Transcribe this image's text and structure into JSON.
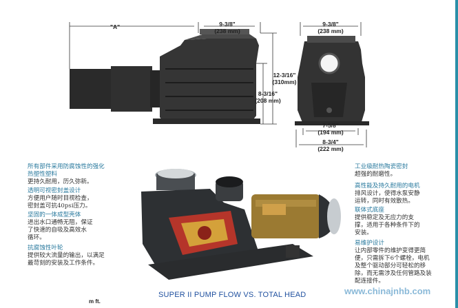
{
  "drawing": {
    "dim_a": "\"A\"",
    "dim_width_in": "9-3/8\"",
    "dim_width_mm": "(238 mm)",
    "dim_height_in": "12-3/16\"",
    "dim_height_mm": "(310mm)",
    "dim_inlet_in": "8-3/16\"",
    "dim_inlet_mm": "(208 mm)",
    "end_width_in": "9-3/8\"",
    "end_width_mm": "(238 mm)",
    "base_inner_in": "7-5/8\"",
    "base_inner_mm": "(194 mm)",
    "base_outer_in": "8-3/4\"",
    "base_outer_mm": "(222 mm)"
  },
  "features_left": [
    {
      "heading": [
        "所有部件采用防腐蚀性的强化",
        "热塑性塑料"
      ],
      "body": [
        "更持久耐用，历久弥新。"
      ]
    },
    {
      "heading": [
        "透明可视密封盖设计"
      ],
      "body": [
        "方便用户随时目视检查，",
        "密封盖可抗40psi压力。"
      ]
    },
    {
      "heading": [
        "坚固的一体成型壳体"
      ],
      "body": [
        "进出水口通畅无阻，保证",
        "了快速的自吸及高效水",
        "循环。"
      ]
    },
    {
      "heading": [
        "抗腐蚀性叶轮"
      ],
      "body": [
        "提供较大流量的输出，以满足",
        "最苛刻的安装及工作条件。"
      ]
    }
  ],
  "features_right": [
    {
      "heading": [
        "工业级耐热陶瓷密封"
      ],
      "body": [
        "超强的耐磨性。"
      ]
    },
    {
      "heading": [
        "高性能及持久耐用的电机"
      ],
      "body": [
        "排风设计，使得水泵安静",
        "运转，同时有效散热。"
      ]
    },
    {
      "heading": [
        "联体式底座"
      ],
      "body": [
        "提供稳定及无应力的支",
        "撑，适用于各种条件下的",
        "安装。"
      ]
    },
    {
      "heading": [
        "易维护设计"
      ],
      "body": [
        "让内部零件的维护变得更简",
        "便，只需拆下6个螺栓，电机",
        "及整个驱动部分可轻松的移",
        "除，而无需涉及任何管路及装",
        "配连接件。"
      ]
    }
  ],
  "footer": {
    "title": "SUPER II PUMP FLOW VS. TOTAL HEAD",
    "unit": "m  ft.",
    "watermark": "www.chinajnhb.com"
  },
  "colors": {
    "heading": "#2a7a9e",
    "body": "#333333",
    "title": "#1e4f9e",
    "watermark": "#8ab9d8"
  }
}
